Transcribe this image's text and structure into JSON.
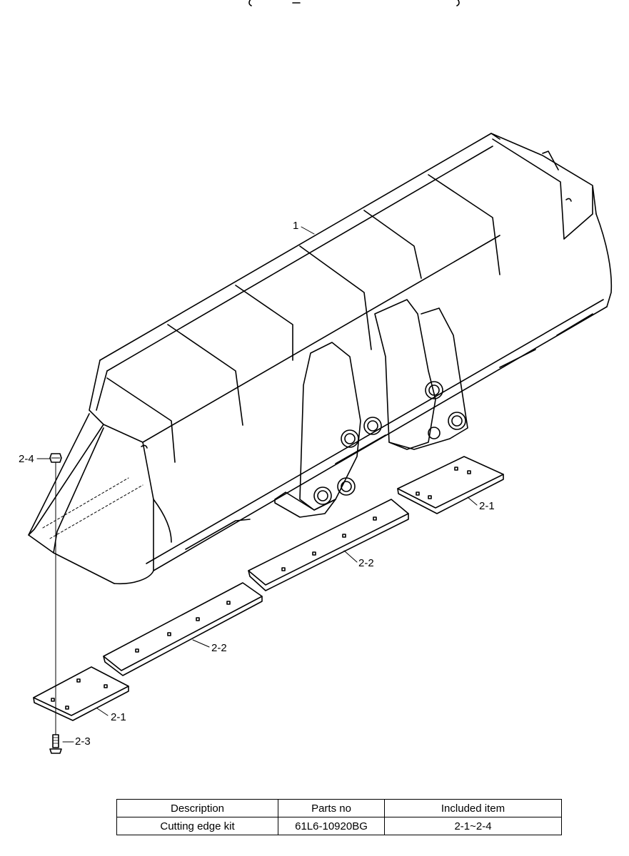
{
  "callouts": {
    "bucket": "1",
    "end_bit_right": "2-1",
    "cutting_edge_right": "2-2",
    "cutting_edge_left": "2-2",
    "end_bit_left": "2-1",
    "bolt": "2-3",
    "nut": "2-4"
  },
  "table": {
    "headers": [
      "Description",
      "Parts no",
      "Included item"
    ],
    "row": [
      "Cutting edge kit",
      "61L6-10920BG",
      "2-1~2-4"
    ]
  }
}
